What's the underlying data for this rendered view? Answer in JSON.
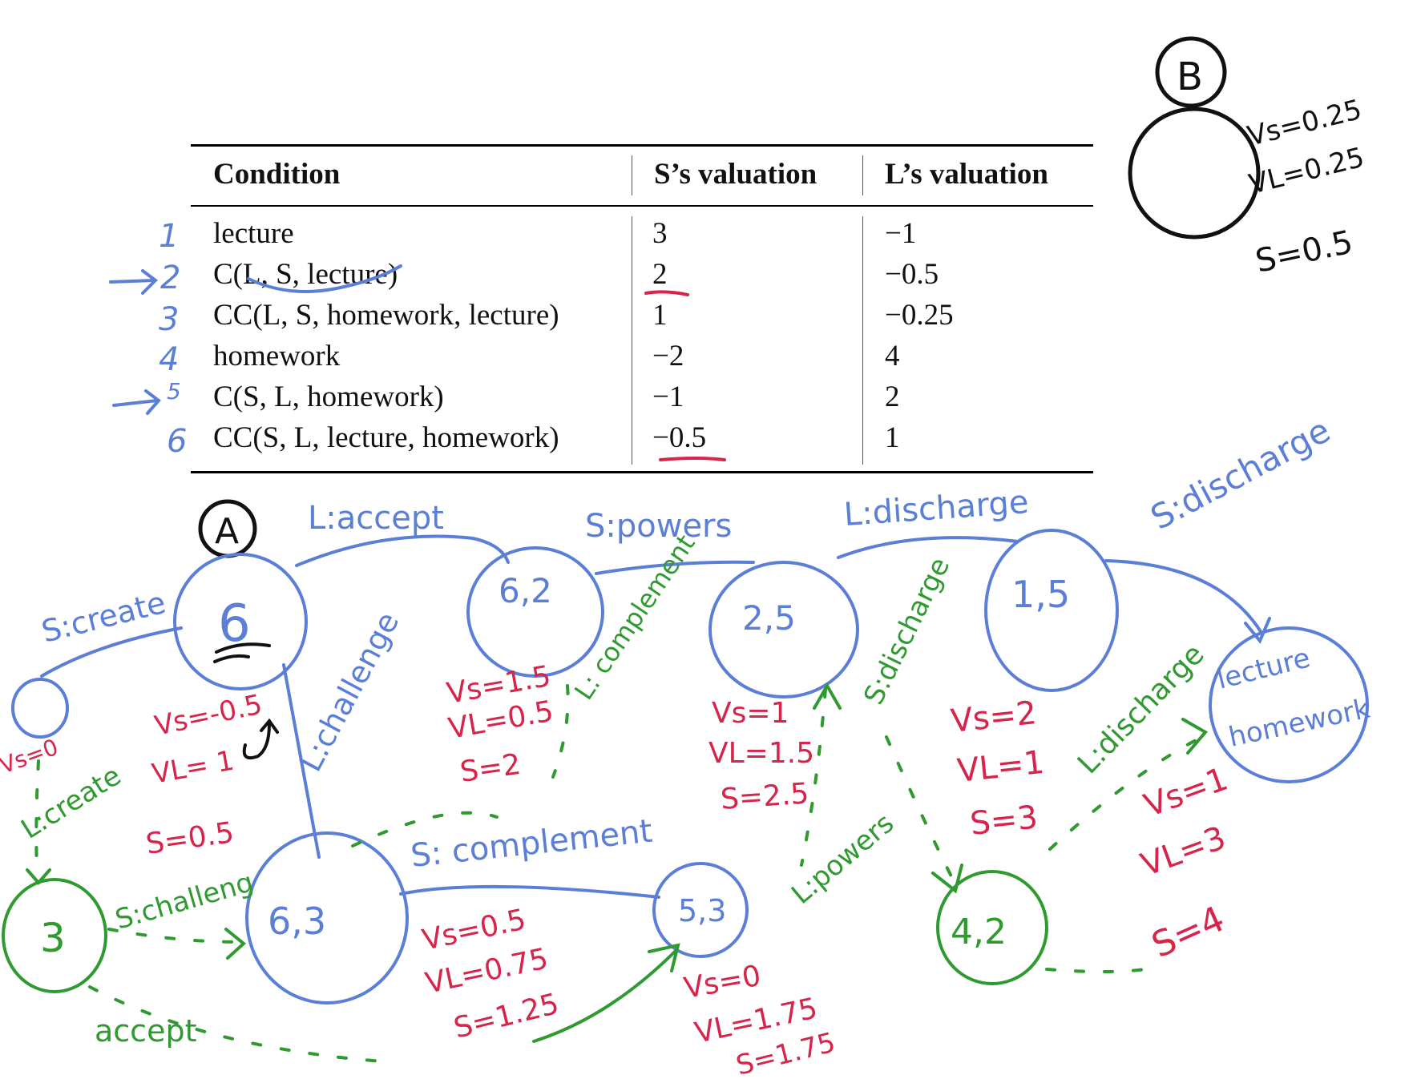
{
  "table": {
    "headers": [
      "Condition",
      "S’s valuation",
      "L’s valuation"
    ],
    "row_numbers": [
      "1",
      "2",
      "3",
      "4",
      "5",
      "6"
    ],
    "rows": [
      {
        "condition": "lecture",
        "s_val": "3",
        "l_val": "−1"
      },
      {
        "condition": "C(L, S, lecture)",
        "s_val": "2",
        "l_val": "−0.5"
      },
      {
        "condition": "CC(L, S, homework, lecture)",
        "s_val": "1",
        "l_val": "−0.25"
      },
      {
        "condition": "homework",
        "s_val": "−2",
        "l_val": "4"
      },
      {
        "condition": "C(S, L, homework)",
        "s_val": "−1",
        "l_val": "2"
      },
      {
        "condition": "CC(S, L, lecture, homework)",
        "s_val": "−0.5",
        "l_val": "1"
      }
    ]
  },
  "graph": {
    "marker_a": "A",
    "marker_b": "B",
    "nodes": {
      "n6": "6",
      "n62": "6,2",
      "n25": "2,5",
      "n15": "1,5",
      "n63": "6,3",
      "n53": "5,3",
      "n3": "3",
      "n41": "4,2",
      "final": [
        "lecture",
        "homework"
      ]
    },
    "edges": {
      "s_create": "S:create",
      "l_accept": "L:accept",
      "s_powers": "S:powers",
      "l_discharge_top": "L:discharge",
      "s_discharge_top": "S:discharge",
      "l_challenge": "L:challenge",
      "s_complement": "S: complement",
      "l_create": "L:create",
      "s_challenge": "S:challeng",
      "accept": "accept",
      "l_complement": "L: complement",
      "s_discharge_mid": "S:discharge",
      "l_powers": "L:powers",
      "l_discharge_low": "L:discharge"
    },
    "values": {
      "v6": [
        "Vs=-0.5",
        "VL= 1",
        "S=0.5"
      ],
      "v62": [
        "Vs=1.5",
        "VL=0.5",
        "S=2"
      ],
      "v25": [
        "Vs=1",
        "VL=1.5",
        "S=2.5"
      ],
      "v15": [
        "Vs=2",
        "VL=1",
        "S=3"
      ],
      "vfinal": [
        "Vs=1",
        "VL=3",
        "S=4"
      ],
      "v63": [
        "Vs=0.5",
        "VL=0.75",
        "S=1.25"
      ],
      "v53": [
        "Vs=0",
        "VL=1.75",
        "S=1.75"
      ],
      "vsmall": "Vs=0",
      "vb": [
        "Vs=0.25",
        "VL=0.25",
        "S=0.5"
      ]
    }
  }
}
